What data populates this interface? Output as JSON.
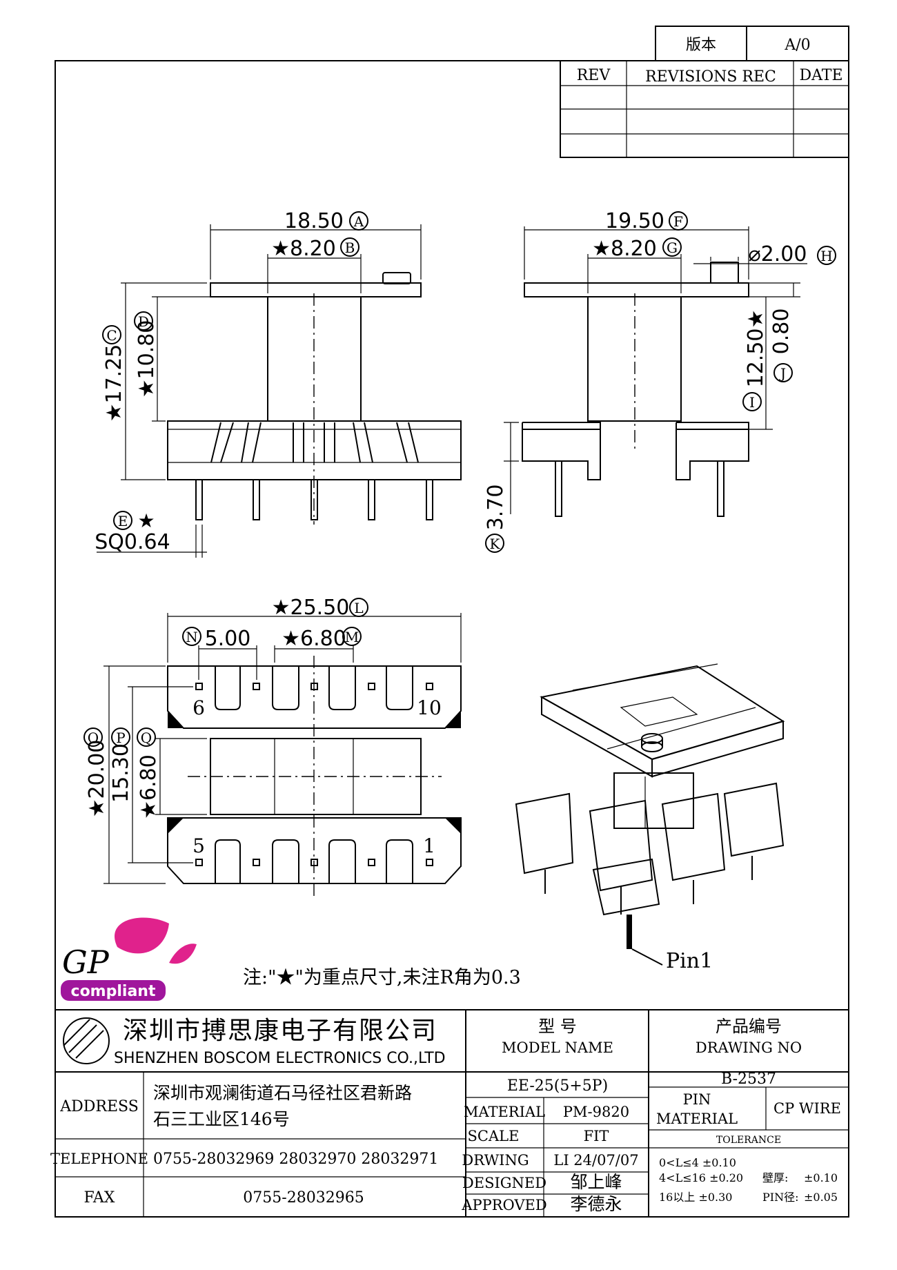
{
  "version_box": {
    "label": "版本",
    "value": "A/0"
  },
  "revision_table": {
    "headers": [
      "REV",
      "REVISIONS REC",
      "DATE"
    ]
  },
  "dimensions": {
    "A": "18.50",
    "B": "★8.20",
    "C": "★17.25",
    "D": "★10.80",
    "E": "SQ0.64",
    "F": "19.50",
    "G": "★8.20",
    "H": "⌀2.00",
    "I": "12.50★",
    "J": "0.80",
    "K": "3.70",
    "L": "★25.50",
    "M": "★6.80",
    "N": "5.00",
    "O": "★20.00",
    "P": "15.30",
    "Q": "★6.80"
  },
  "markers": {
    "A": "A",
    "B": "B",
    "C": "C",
    "D": "D",
    "E": "E",
    "F": "F",
    "G": "G",
    "H": "H",
    "I": "I",
    "J": "J",
    "K": "K",
    "L": "L",
    "M": "M",
    "N": "N",
    "O": "O",
    "P": "P",
    "Q": "Q"
  },
  "e_star": "★",
  "pin_numbers": {
    "p6": "6",
    "p10": "10",
    "p5": "5",
    "p1": "1"
  },
  "pin1_label": "Pin1",
  "note": "注:\"★\"为重点尺寸,未注R角为0.3",
  "logo": {
    "text": "GP",
    "sub": "compliant"
  },
  "company": {
    "name_cn": "深圳市搏思康电子有限公司",
    "name_en": "SHENZHEN BOSCOM ELECTRONICS CO.,LTD"
  },
  "info": {
    "address_label": "ADDRESS",
    "address_line1": "深圳市观澜街道石马径社区君新路",
    "address_line2": "石三工业区146号",
    "telephone_label": "TELEPHONE",
    "telephone": "0755-28032969 28032970 28032971",
    "fax_label": "FAX",
    "fax": "0755-28032965"
  },
  "model": {
    "label_cn": "型     号",
    "label_en": "MODEL NAME",
    "value": "EE-25(5+5P)"
  },
  "drawing": {
    "label_cn": "产品编号",
    "label_en": "DRAWING NO",
    "value": "B-2537"
  },
  "material": {
    "label": "MATERIAL",
    "value": "PM-9820"
  },
  "scale": {
    "label": "SCALE",
    "value": "FIT"
  },
  "drwing": {
    "label": "DRWING",
    "value": "LI 24/07/07"
  },
  "designed": {
    "label": "DESIGNED",
    "value": "邹上峰"
  },
  "approved": {
    "label": "APPROVED",
    "value": "李德永"
  },
  "pin_material": {
    "label_line1": "PIN",
    "label_line2": "MATERIAL",
    "value": "CP WIRE"
  },
  "tolerance": {
    "title": "TOLERANCE",
    "row1": "0<L≤4  ±0.10",
    "row2": "4<L≤16 ±0.20",
    "row3": "16以上   ±0.30",
    "wall_label": "壁厚:",
    "wall_value": "±0.10",
    "pin_label": "PIN径:",
    "pin_value": "±0.05"
  },
  "colors": {
    "logo_magenta": "#e0228c",
    "logo_purple": "#a0169c"
  }
}
